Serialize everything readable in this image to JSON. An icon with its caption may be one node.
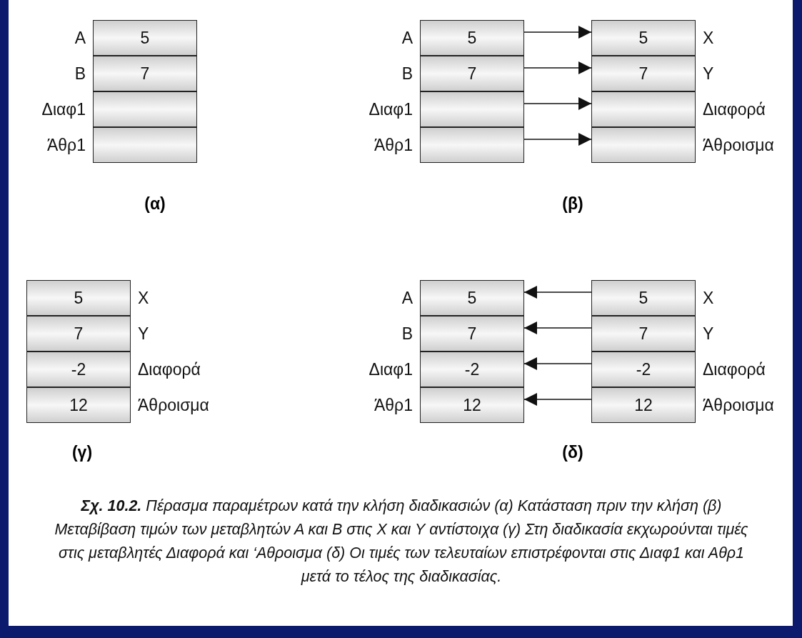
{
  "diagram": {
    "caption": "**Σχ. 10.2.** Πέρασμα παραμέτρων κατά την κλήση διαδικασιών (α) Κατάσταση πριν την κλήση (β) Μεταβίβαση τιμών των μεταβλητών Α και Β στις Χ και Υ αντίστοιχα (γ) Στη διαδικασία εκχωρούνται τιμές στις μεταβλητές Διαφορά και ‘Αθροισμα (δ) Οι τιμές των τελευταίων επιστρέφονται στις Διαφ1 και Αθρ1 μετά το τέλος της διαδικασίας.",
    "nodes": [
      {
        "text": [
          "5"
        ],
        "beside": [
          "A"
        ]
      },
      {
        "text": [
          "7"
        ],
        "beside": [
          "B"
        ]
      },
      {
        "text": [],
        "shape": "box",
        "beside": [
          "Διαφ1"
        ]
      },
      {
        "text": [],
        "shape": "box",
        "beside": [
          "Άθρ1"
        ]
      },
      {
        "text": [
          "5"
        ],
        "beside": [
          "A"
        ]
      },
      {
        "text": [
          "7"
        ],
        "beside": [
          "B"
        ]
      },
      {
        "text": [],
        "shape": "box",
        "beside": [
          "Διαφ1"
        ]
      },
      {
        "text": [],
        "shape": "box",
        "beside": [
          "Άθρ1"
        ]
      },
      {
        "text": [
          "5"
        ],
        "beside": [
          "X"
        ]
      },
      {
        "text": [
          "7"
        ],
        "beside": [
          "Y"
        ]
      },
      {
        "text": [],
        "shape": "box",
        "beside": [
          "Διαφορά"
        ]
      },
      {
        "text": [],
        "shape": "box",
        "beside": [
          "Άθροισμα"
        ]
      },
      {
        "text": [
          "5"
        ],
        "beside": [
          "X"
        ]
      },
      {
        "text": [
          "7"
        ],
        "beside": [
          "Y"
        ]
      },
      {
        "text": [
          "-2"
        ],
        "beside": [
          "Διαφορά"
        ]
      },
      {
        "text": [
          "12"
        ],
        "beside": [
          "Άθροισμα"
        ]
      },
      {
        "text": [
          "5"
        ],
        "beside": [
          "A"
        ]
      },
      {
        "text": [
          "7"
        ],
        "beside": [
          "B"
        ]
      },
      {
        "text": [
          "-2"
        ],
        "beside": [
          "Διαφ1"
        ]
      },
      {
        "text": [
          "12"
        ],
        "beside": [
          "Άθρ1"
        ]
      },
      {
        "text": [
          "5"
        ],
        "beside": [
          "X"
        ]
      },
      {
        "text": [
          "7"
        ],
        "beside": [
          "Y"
        ]
      },
      {
        "text": [
          "-2"
        ],
        "beside": [
          "Διαφορά"
        ]
      },
      {
        "text": [
          "12"
        ],
        "beside": [
          "Άθροισμα"
        ]
      }
    ],
    "edges": [
      {
        "from": 4,
        "to": 8,
        "arrow": "to"
      },
      {
        "from": 5,
        "to": 9,
        "arrow": "to"
      },
      {
        "from": 6,
        "to": 10,
        "arrow": "to"
      },
      {
        "from": 7,
        "to": 11,
        "arrow": "to"
      },
      {
        "from": 20,
        "to": 16,
        "arrow": "to"
      },
      {
        "from": 21,
        "to": 17,
        "arrow": "to"
      },
      {
        "from": 22,
        "to": 18,
        "arrow": "to"
      },
      {
        "from": 23,
        "to": 19,
        "arrow": "to"
      }
    ],
    "labels": [
      "(α)",
      "(β)",
      "(γ)",
      "(δ)"
    ]
  }
}
